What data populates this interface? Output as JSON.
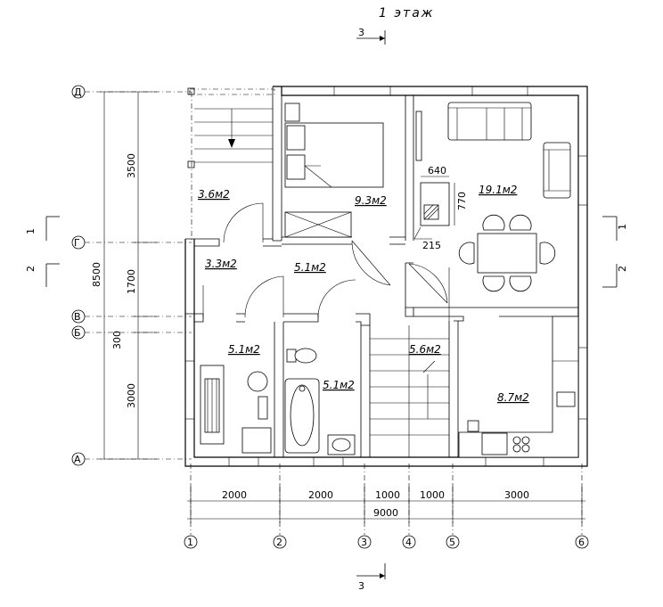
{
  "title": "1 этаж",
  "section_mark": "3",
  "section_marks": {
    "one": "1",
    "two": "2"
  },
  "axes": {
    "rows": [
      "Д",
      "Г",
      "В",
      "Б",
      "А"
    ],
    "columns": [
      "1",
      "2",
      "3",
      "4",
      "5",
      "6"
    ]
  },
  "dimensions": {
    "bottom": [
      "2000",
      "2000",
      "1000",
      "1000",
      "3000"
    ],
    "bottom_total": "9000",
    "left": [
      "3500",
      "1700",
      "300",
      "3000"
    ],
    "left_total": "8500",
    "fireplace_width": "640",
    "fireplace_depth": "770",
    "fireplace_offset": "215"
  },
  "rooms": [
    {
      "area": "3.6м2"
    },
    {
      "area": "9.3м2"
    },
    {
      "area": "19.1м2"
    },
    {
      "area": "3.3м2"
    },
    {
      "area": "5.1м2"
    },
    {
      "area": "5.1м2"
    },
    {
      "area": "5.1м2"
    },
    {
      "area": "5.6м2"
    },
    {
      "area": "8.7м2"
    }
  ]
}
